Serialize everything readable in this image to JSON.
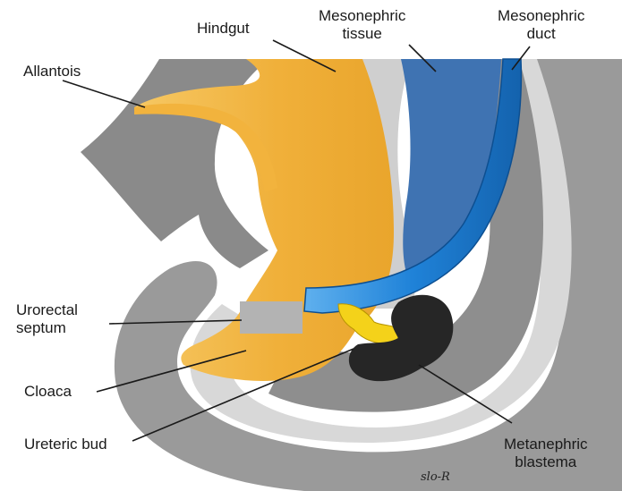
{
  "labels": {
    "hindgut": "Hindgut",
    "mesonephric_tissue": [
      "Mesonephric",
      "tissue"
    ],
    "mesonephric_duct": [
      "Mesonephric",
      "duct"
    ],
    "allantois": "Allantois",
    "urorectal_septum": [
      "Urorectal",
      "septum"
    ],
    "cloaca": "Cloaca",
    "ureteric_bud": "Ureteric bud",
    "metanephric_blastema": [
      "Metanephric",
      "blastema"
    ]
  },
  "signature": "slo-R",
  "colors": {
    "outer_gray": "#9a9a9a",
    "light_gray": "#d4d4d4",
    "mid_gray": "#8c8c8c",
    "endoderm": "#f2b33d",
    "endoderm_light": "#f6c864",
    "mesonephric_tissue": "#3f73b2",
    "mesonephric_duct": "#1f82d8",
    "ureteric_bud": "#f4d21a",
    "blastema": "#262626",
    "septum_patch": "#b3b3b3"
  }
}
